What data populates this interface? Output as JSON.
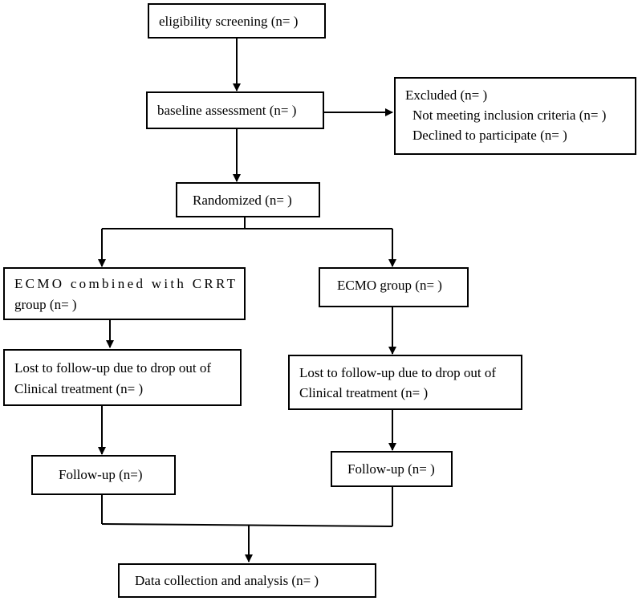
{
  "nodes": {
    "eligibility": {
      "lines": [
        "eligibility screening (n= )"
      ]
    },
    "baseline": {
      "lines": [
        "baseline assessment (n= )"
      ]
    },
    "excluded": {
      "lines": [
        "Excluded (n= )",
        "Not meeting inclusion criteria (n= )",
        "Declined to participate (n= )"
      ]
    },
    "randomized": {
      "lines": [
        "Randomized (n= )"
      ]
    },
    "ecmo_crrt": {
      "lines": [
        "ECMO combined with CRRT",
        "group (n= )"
      ]
    },
    "ecmo": {
      "lines": [
        "ECMO group (n= )"
      ]
    },
    "lost_left": {
      "lines": [
        "Lost to follow-up due to drop out of",
        "Clinical treatment (n= )"
      ]
    },
    "lost_right": {
      "lines": [
        "Lost to follow-up due to drop out of",
        "Clinical treatment (n= )"
      ]
    },
    "followup_left": {
      "lines": [
        "Follow-up (n=)"
      ]
    },
    "followup_right": {
      "lines": [
        "Follow-up (n= )"
      ]
    },
    "data_collection": {
      "lines": [
        "Data collection and analysis (n= )"
      ]
    }
  }
}
